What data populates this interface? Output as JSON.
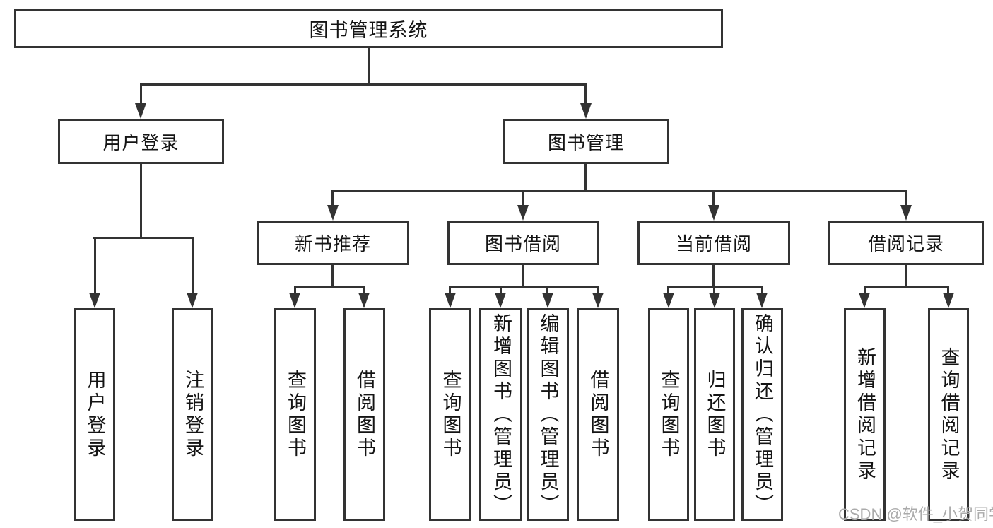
{
  "tree": {
    "root": "图书管理系统",
    "branches": [
      {
        "label": "用户登录",
        "children": [
          "用户登录",
          "注销登录"
        ]
      },
      {
        "label": "图书管理",
        "children": [
          {
            "label": "新书推荐",
            "children": [
              "查询图书",
              "借阅图书"
            ]
          },
          {
            "label": "图书借阅",
            "children": [
              "查询图书",
              "新增图书（管理员）",
              "编辑图书（管理员）",
              "借阅图书"
            ]
          },
          {
            "label": "当前借阅",
            "children": [
              "查询图书",
              "归还图书",
              "确认归还（管理员）"
            ]
          },
          {
            "label": "借阅记录",
            "children": [
              "新增借阅记录",
              "查询借阅记录"
            ]
          }
        ]
      }
    ]
  },
  "watermark": "CSDN @软件_小贺同学",
  "colors": {
    "line": "#333333",
    "text": "#141414",
    "watermark": "#ababab",
    "background": "#ffffff"
  }
}
